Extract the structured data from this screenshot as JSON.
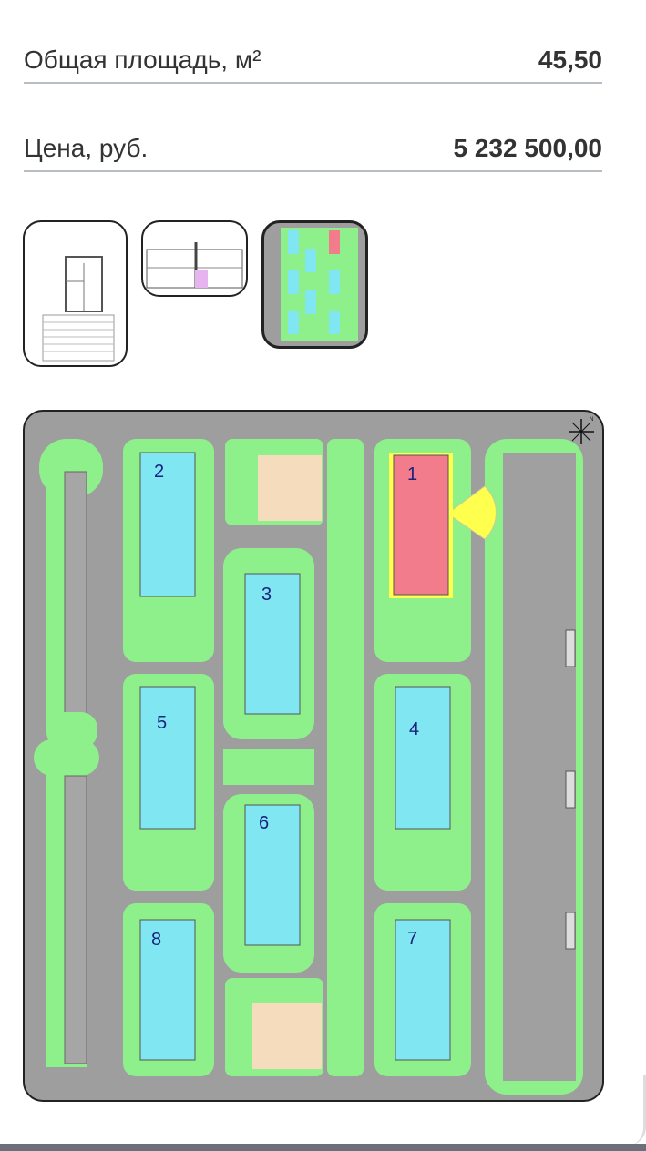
{
  "details": {
    "area_label": "Общая площадь, м²",
    "area_value": "45,50",
    "price_label": "Цена, руб.",
    "price_value": "5 232 500,00"
  },
  "gallery": {
    "thumbnails": [
      "apartment-plan",
      "floor-plan",
      "site-plan"
    ],
    "selected_index": 2
  },
  "site_plan": {
    "buildings": [
      "1",
      "2",
      "3",
      "4",
      "5",
      "6",
      "7",
      "8"
    ],
    "highlighted_building": "1",
    "compass_label": "N",
    "colors": {
      "building": "#7fe6f2",
      "highlight": "#f27b8c",
      "lawn": "#8ef08a",
      "road": "#a0a0a0",
      "playground": "#f5dcbc",
      "sun": "#ffff4d"
    }
  }
}
